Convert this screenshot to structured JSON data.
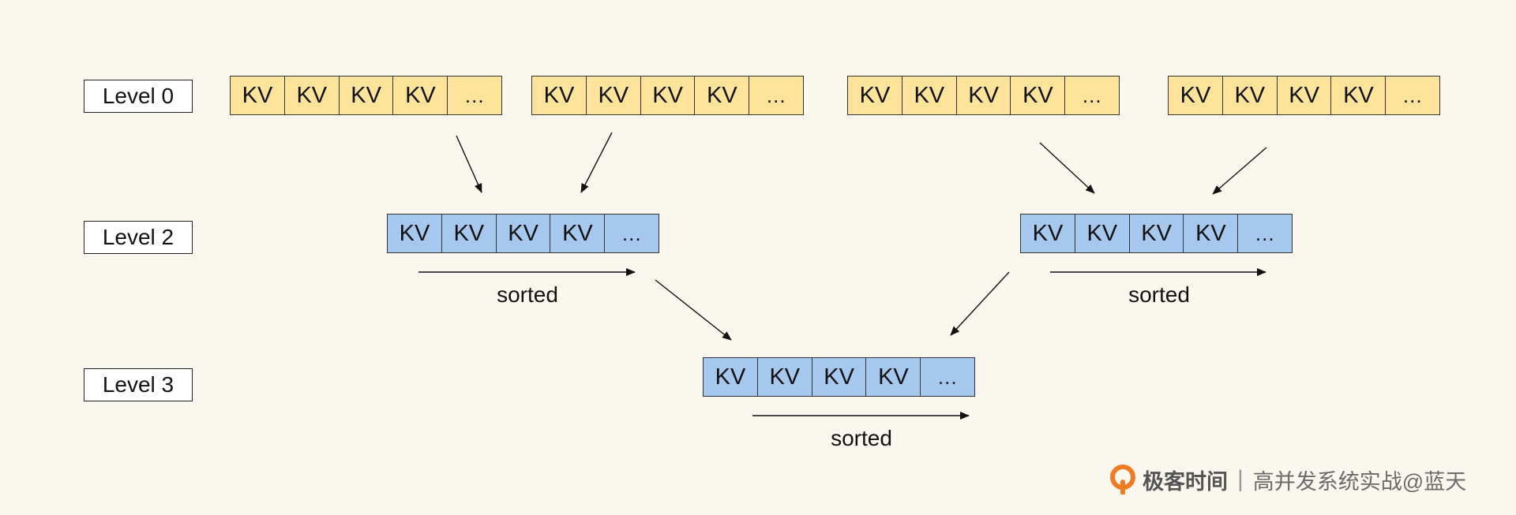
{
  "levels": [
    {
      "label": "Level 0",
      "color": "#fde49a"
    },
    {
      "label": "Level 2",
      "color": "#a6c8ee"
    },
    {
      "label": "Level 3",
      "color": "#a6c8ee"
    }
  ],
  "runs": [
    {
      "level": "Level 0",
      "cells": [
        "KV",
        "KV",
        "KV",
        "KV",
        "..."
      ]
    },
    {
      "level": "Level 0",
      "cells": [
        "KV",
        "KV",
        "KV",
        "KV",
        "..."
      ]
    },
    {
      "level": "Level 0",
      "cells": [
        "KV",
        "KV",
        "KV",
        "KV",
        "..."
      ]
    },
    {
      "level": "Level 0",
      "cells": [
        "KV",
        "KV",
        "KV",
        "KV",
        "..."
      ]
    },
    {
      "level": "Level 2",
      "cells": [
        "KV",
        "KV",
        "KV",
        "KV",
        "..."
      ]
    },
    {
      "level": "Level 2",
      "cells": [
        "KV",
        "KV",
        "KV",
        "KV",
        "..."
      ]
    },
    {
      "level": "Level 3",
      "cells": [
        "KV",
        "KV",
        "KV",
        "KV",
        "..."
      ]
    }
  ],
  "sorted_labels": [
    "sorted",
    "sorted",
    "sorted"
  ],
  "brand": {
    "name": "极客时间",
    "course": "高并发系统实战@蓝天",
    "logo_color": "#f07b25",
    "icon": "geektime-logo-icon"
  }
}
